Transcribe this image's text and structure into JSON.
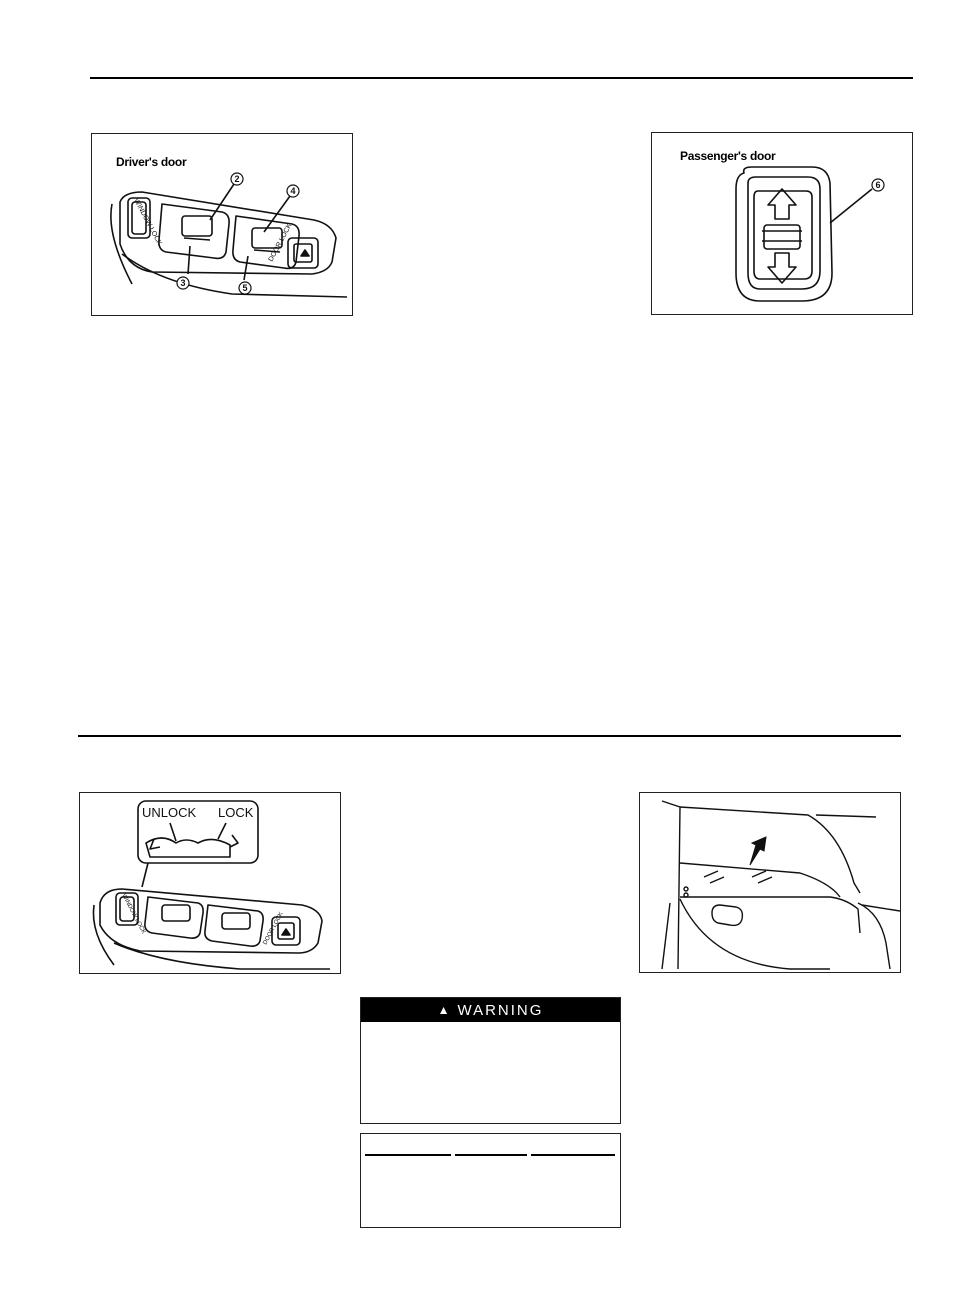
{
  "figures": {
    "drivers_door": {
      "label": "Driver's door",
      "callouts": [
        "2",
        "3",
        "4",
        "5"
      ],
      "switch_texts": [
        "WINDOW LOCK",
        "DOOR LOCK"
      ]
    },
    "passengers_door": {
      "label": "Passenger's door",
      "callouts": [
        "6"
      ]
    },
    "lock_switch": {
      "unlock_label": "UNLOCK",
      "lock_label": "LOCK",
      "switch_texts": [
        "WINDOW LOCK",
        "DOOR LOCK"
      ]
    },
    "door_interior": {}
  },
  "warning": {
    "title": "WARNING",
    "icon": "warning-triangle-icon"
  },
  "caution": {}
}
